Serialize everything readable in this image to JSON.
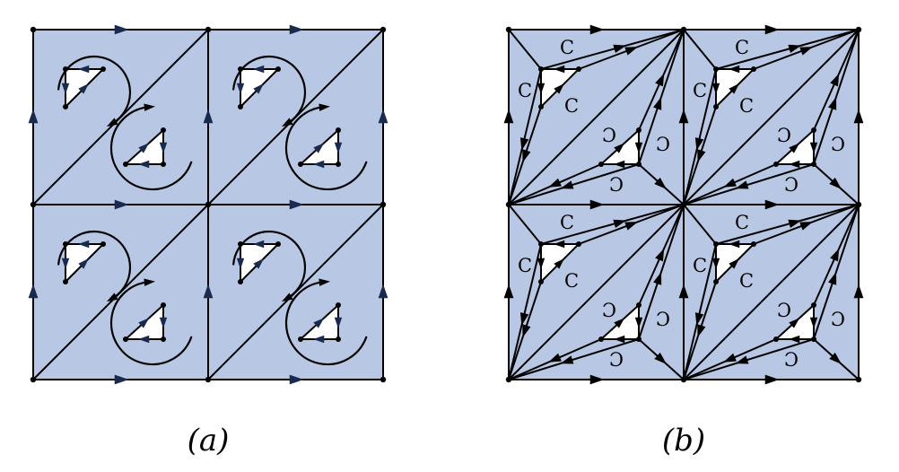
{
  "figure": {
    "panels": [
      {
        "id": "a",
        "caption": "(a)",
        "fill_color": "#b8c8e4",
        "arrow_color": "#1a2a4e"
      },
      {
        "id": "b",
        "caption": "(b)",
        "fill_color": "#b8c8e4",
        "arrow_color": "#000000"
      }
    ],
    "grid": {
      "rows": 2,
      "cols": 2,
      "cell_division": "anti-diagonal into two triangles"
    },
    "loop_glyph": "C",
    "loop_glyph_mirror": "Ɔ"
  }
}
